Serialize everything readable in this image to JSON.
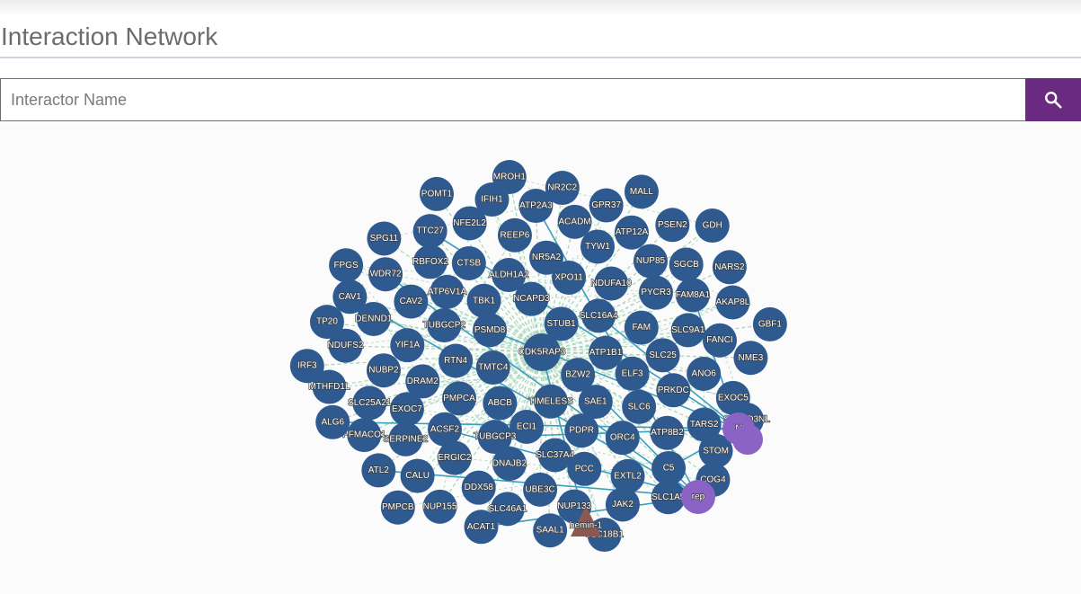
{
  "header": {
    "title": "Interaction Network"
  },
  "search": {
    "placeholder": "Interactor Name",
    "value": "",
    "button_icon": "search-icon"
  },
  "colors": {
    "accent": "#6a2a82",
    "node_protein": "#2e5a8f",
    "node_highlight": "#8a63c4",
    "node_target": "#8a5a52",
    "edge_predicted": "#a8d8bc",
    "edge_experimental": "#3a9fbf"
  },
  "network": {
    "center": "CDK5RAP3",
    "highlight_nodes": [
      "N",
      "rep"
    ],
    "target_node": "hemin-1",
    "nodes": [
      "BZW2",
      "TMTC4",
      "STUB1",
      "TIMELESS",
      "PSMD8",
      "ATP1B1",
      "ABCB",
      "NCAPD3",
      "SAE1",
      "RTN4",
      "SLC16A4",
      "ECI1",
      "TBK1",
      "ELF3",
      "PMPCA",
      "XPO11",
      "PDPR",
      "TUBGCP2",
      "FAM",
      "TUBGCP3",
      "ALDH1A2",
      "SLC6",
      "DRAM2",
      "NDUFA10",
      "SLC37A4",
      "ATP6V1A",
      "SLC25",
      "ACSF2",
      "NR5A2",
      "ORC4",
      "YIF1A",
      "PYCR3",
      "DNAJB2",
      "CTSB",
      "PRKDC",
      "EXOC7",
      "TYW1",
      "PCC",
      "CAV2",
      "SLC9A1",
      "ERGIC2",
      "REEP6",
      "ATP8B2",
      "NUBP2",
      "NUP85",
      "UBE3C",
      "RBFOX2",
      "ANO6",
      "SERPINE2",
      "ACADM",
      "EXTL2",
      "DENND1",
      "FAM8A1",
      "DDX58",
      "NFE2L2",
      "TARS2",
      "SLC25A21",
      "ATP12A",
      "NUP133",
      "WDR72",
      "FANCI",
      "CALU",
      "ATP2A3",
      "C5",
      "NDUFS2",
      "SGCB",
      "SLC46A1",
      "TTC27",
      "EXOC5",
      "PFMACO1",
      "GPR37",
      "JAK2",
      "CAV1",
      "AKAP8L",
      "NUP155",
      "IFIH1",
      "STOM",
      "MTHFD1L",
      "PSEN2",
      "SAAL1",
      "SPG11",
      "NME3",
      "ATL2",
      "NR2C2",
      "SLC1A5",
      "TP20",
      "NARS2",
      "ACAT1",
      "POMT1",
      "STARD3NL",
      "ALG6",
      "MALL",
      "SLC18B1",
      "FPGS",
      "GBF1",
      "PMPCB",
      "MROH1",
      "COG4",
      "IRF3",
      "GDH"
    ]
  }
}
